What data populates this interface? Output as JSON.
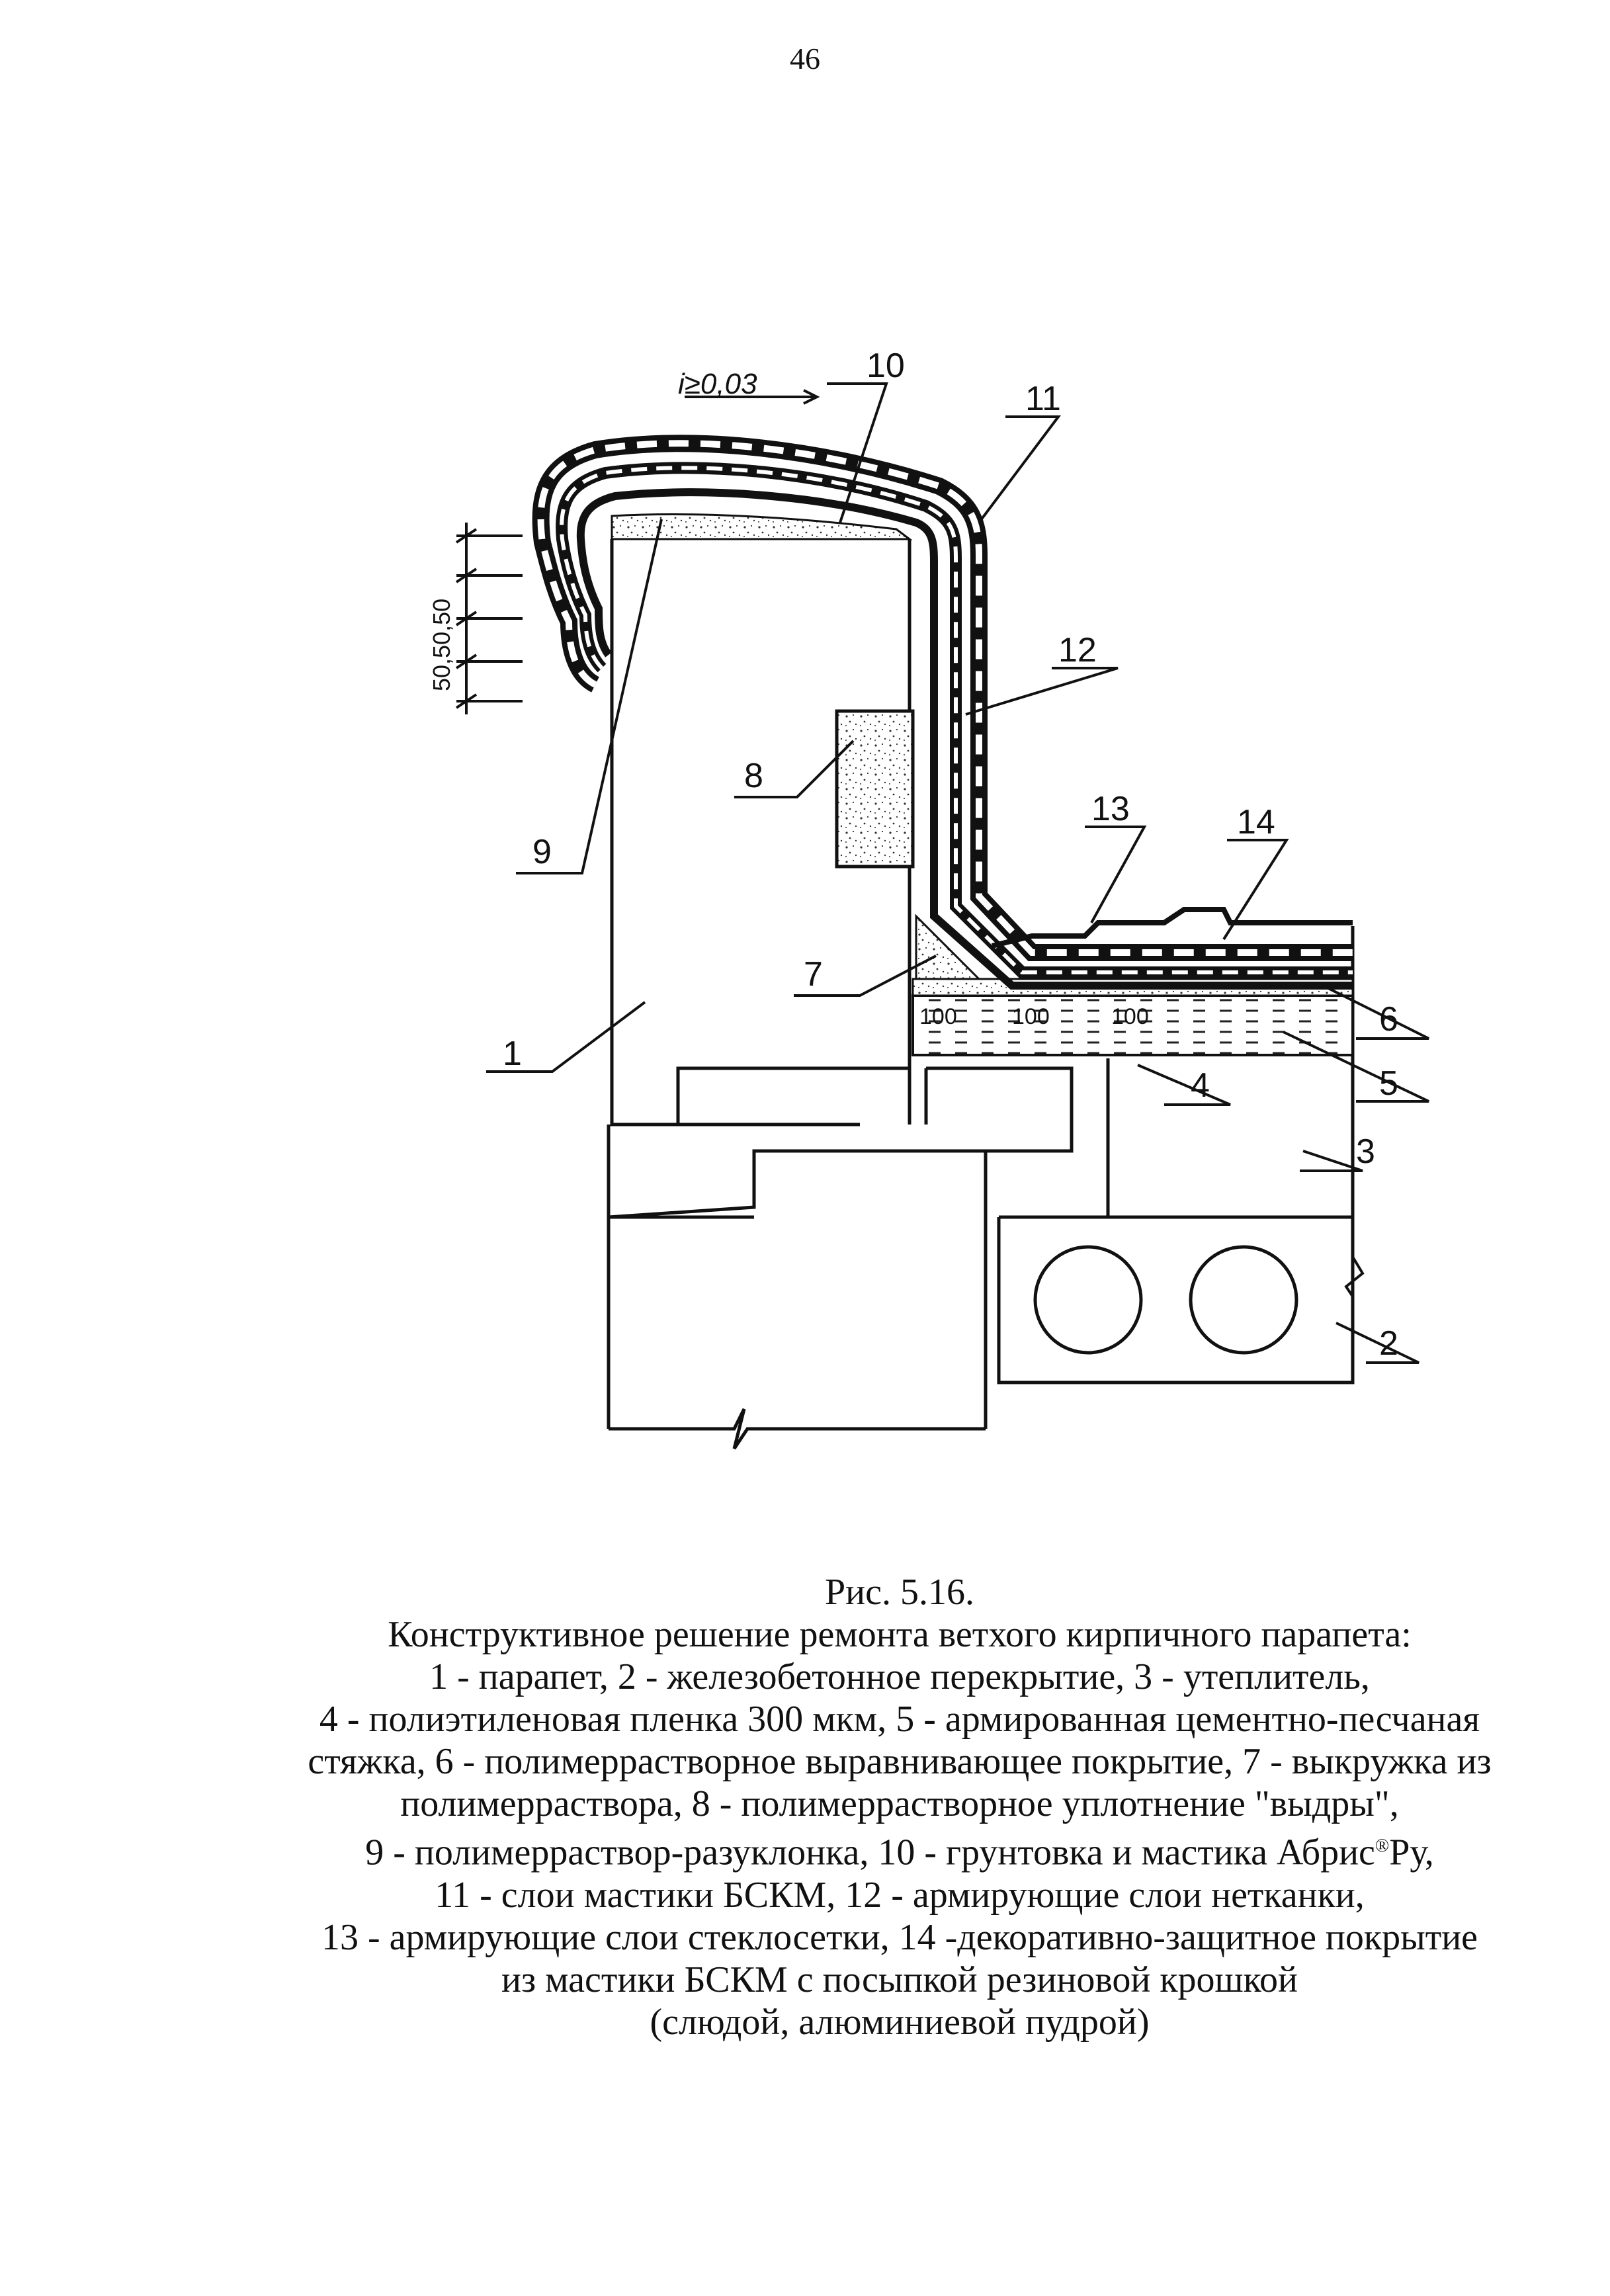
{
  "page": {
    "number": "46"
  },
  "drawing": {
    "slope_label": "i≥0,03",
    "dimension_label": "50,50,50",
    "callouts": {
      "c1": "1",
      "c2": "2",
      "c3": "3",
      "c4": "4",
      "c5": "5",
      "c6": "6",
      "c7": "7",
      "c8": "8",
      "c9": "9",
      "c10": "10",
      "c11": "11",
      "c12": "12",
      "c13": "13",
      "c14": "14"
    },
    "screed_dims": [
      "100",
      "100",
      "100"
    ]
  },
  "caption": {
    "figure": "Рис. 5.16.",
    "title": "Конструктивное решение ремонта ветхого кирпичного парапета:",
    "lines": [
      "1  - парапет, 2 - железобетонное перекрытие, 3 - утеплитель,",
      "4 - полиэтиленовая пленка 300 мкм, 5 - армированная цементно-песчаная",
      "стяжка, 6 - полимеррастворное выравнивающее покрытие, 7 - выкружка из",
      "полимерраствора, 8 - полимеррастворное уплотнение \"выдры\",",
      "9 - полимерраствор-разуклонка, 10 - грунтовка и мастика Абрис",
      "11 - слои мастики БСКМ, 12 - армирующие слои нетканки,",
      "13 - армирующие слои стеклосетки, 14 -декоративно-защитное покрытие",
      "из мастики БСКМ с посыпкой резиновой крошкой",
      "(слюдой, алюминиевой пудрой)"
    ],
    "registered_mark": "®",
    "line5_suffix": "Ру,"
  }
}
